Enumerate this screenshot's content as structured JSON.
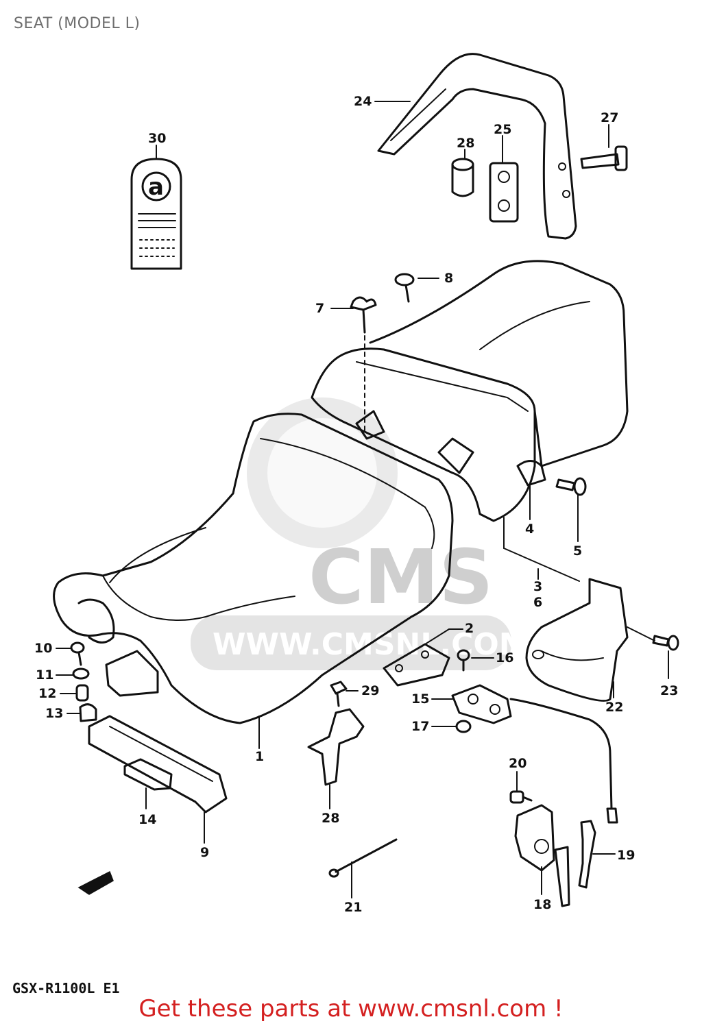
{
  "page": {
    "title": "SEAT (MODEL L)",
    "model_code": "GSX-R1100L E1",
    "footer_link": "Get these parts at www.cmsnl.com !"
  },
  "watermark": {
    "logo_text": "CMS",
    "url_text": "WWW.CMSNL.COM"
  },
  "label_tag": {
    "letter": "a"
  },
  "callouts": [
    {
      "id": "c1",
      "number": "1"
    },
    {
      "id": "c2",
      "number": "2"
    },
    {
      "id": "c3",
      "number": "3"
    },
    {
      "id": "c4",
      "number": "4"
    },
    {
      "id": "c5",
      "number": "5"
    },
    {
      "id": "c6",
      "number": "6"
    },
    {
      "id": "c7",
      "number": "7"
    },
    {
      "id": "c8",
      "number": "8"
    },
    {
      "id": "c9",
      "number": "9"
    },
    {
      "id": "c10",
      "number": "10"
    },
    {
      "id": "c11",
      "number": "11"
    },
    {
      "id": "c12",
      "number": "12"
    },
    {
      "id": "c13",
      "number": "13"
    },
    {
      "id": "c14",
      "number": "14"
    },
    {
      "id": "c15",
      "number": "15"
    },
    {
      "id": "c16",
      "number": "16"
    },
    {
      "id": "c17",
      "number": "17"
    },
    {
      "id": "c18",
      "number": "18"
    },
    {
      "id": "c19",
      "number": "19"
    },
    {
      "id": "c20",
      "number": "20"
    },
    {
      "id": "c21",
      "number": "21"
    },
    {
      "id": "c22",
      "number": "22"
    },
    {
      "id": "c23",
      "number": "23"
    },
    {
      "id": "c24",
      "number": "24"
    },
    {
      "id": "c25",
      "number": "25"
    },
    {
      "id": "c27",
      "number": "27"
    },
    {
      "id": "c28a",
      "number": "28"
    },
    {
      "id": "c28b",
      "number": "28"
    },
    {
      "id": "c29",
      "number": "29"
    },
    {
      "id": "c30",
      "number": "30"
    }
  ]
}
